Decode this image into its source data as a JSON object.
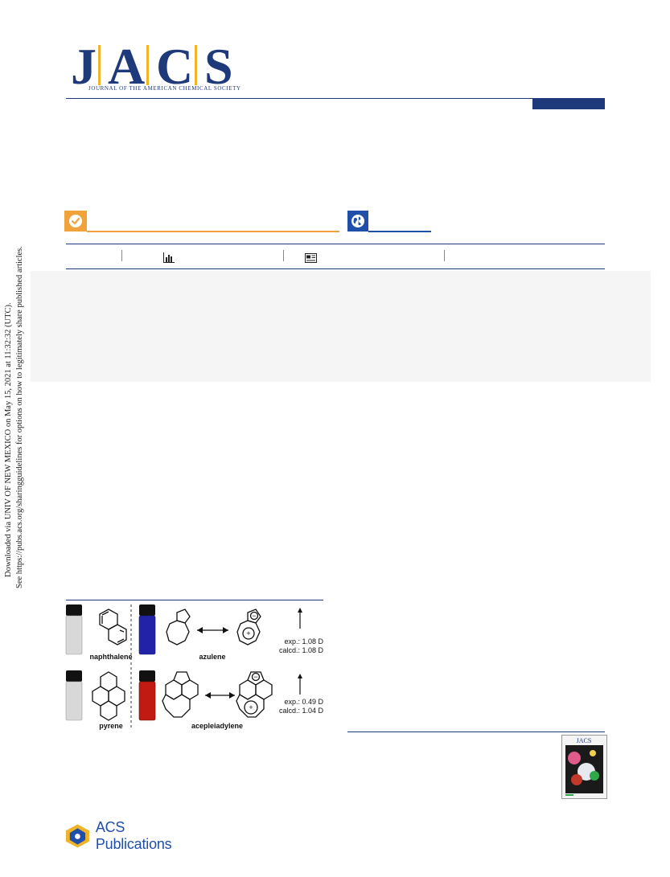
{
  "header": {
    "logo_letters": [
      "J",
      "A",
      "C",
      "S"
    ],
    "journal_name": "JOURNAL OF THE AMERICAN CHEMICAL SOCIETY"
  },
  "side_notice": {
    "line1": "Downloaded via UNIV OF NEW MEXICO on May 15, 2021 at 11:32:32 (UTC).",
    "line2": "See https://pubs.acs.org/sharingguidelines for options on how to legitimately share published articles."
  },
  "icons": {
    "badge_check": "check-icon",
    "badge_globe": "globe-icon",
    "metrics": "bar-chart-icon",
    "recommendations": "article-recommendations-icon"
  },
  "colors": {
    "brand_navy": "#1f3a7a",
    "logo_gold": "#f0b429",
    "badge_orange": "#f0a33a",
    "badge_blue": "#1f4fa8"
  },
  "figure": {
    "compounds": {
      "naphthalene": "naphthalene",
      "azulene": "azulene",
      "pyrene": "pyrene",
      "acepleiadylene": "acepleiadylene"
    },
    "azulene_dipole": {
      "exp": "exp.: 1.08 D",
      "calcd": "calcd.: 1.08 D"
    },
    "acepleiadylene_dipole": {
      "exp": "exp.: 0.49 D",
      "calcd": "calcd.: 1.04 D"
    },
    "charges": {
      "minus": "−",
      "plus": "+"
    }
  },
  "cover": {
    "title": "JACS"
  },
  "footer": {
    "publisher": "ACS Publications"
  }
}
